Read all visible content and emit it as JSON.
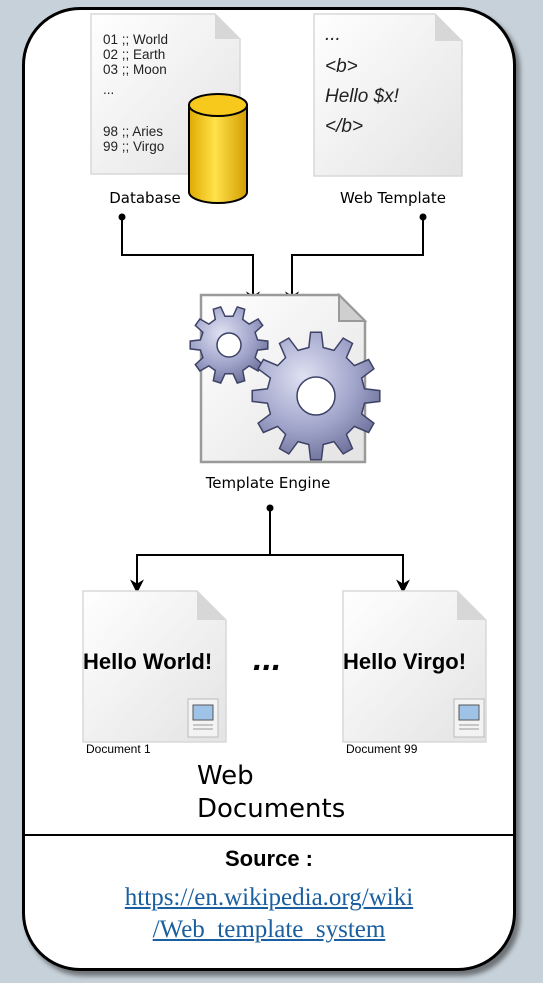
{
  "database": {
    "label": "Database",
    "lines": [
      "01 ;; World",
      "02 ;; Earth",
      "03 ;; Moon",
      "...",
      "98 ;; Aries",
      "99 ;; Virgo"
    ]
  },
  "template": {
    "label": "Web Template",
    "lines": [
      "...",
      "<b>",
      "Hello $x!",
      "</b>"
    ]
  },
  "engine": {
    "label": "Template Engine"
  },
  "documents": {
    "doc1": {
      "text": "Hello World!",
      "caption": "Document 1"
    },
    "ellipsis": "...",
    "doc99": {
      "text": "Hello Virgo!",
      "caption": "Document 99"
    },
    "title_line1": "Web",
    "title_line2": "Documents"
  },
  "source": {
    "label": "Source :",
    "link_line1": "https://en.wikipedia.org/wiki",
    "link_line2": "/Web_template_system"
  },
  "colors": {
    "cylinder": "#f2c416",
    "gear": "#9ea2c8",
    "link": "#1a5fa0"
  }
}
